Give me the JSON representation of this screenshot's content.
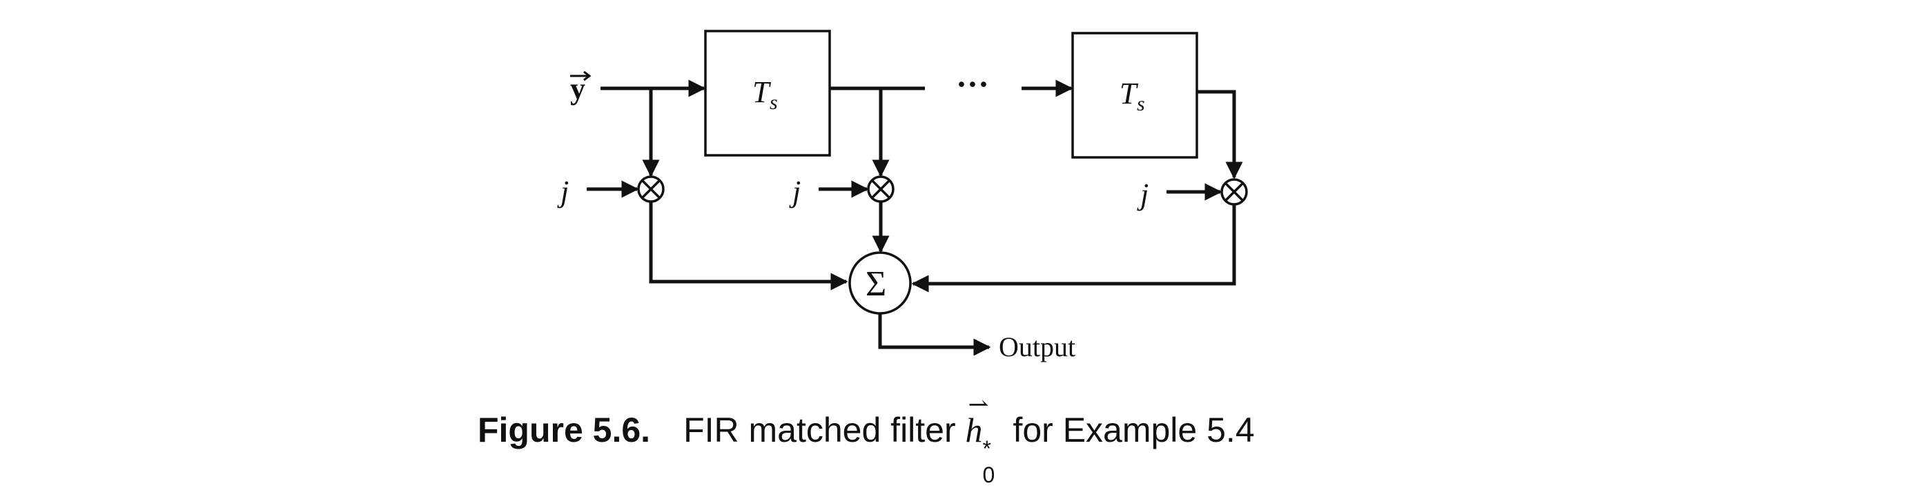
{
  "diagram": {
    "input_label": "y",
    "delay_label": "T",
    "delay_subscript": "s",
    "weight_label": "j",
    "ellipsis": "···",
    "sum_symbol": "Σ",
    "multiply_symbol": "⊗",
    "output_label": "Output"
  },
  "caption": {
    "figure_label": "Figure 5.6.",
    "text_before": "FIR matched filter",
    "symbol": "h",
    "superscript": "*",
    "subscript": "0",
    "text_after": "for Example 5.4"
  }
}
